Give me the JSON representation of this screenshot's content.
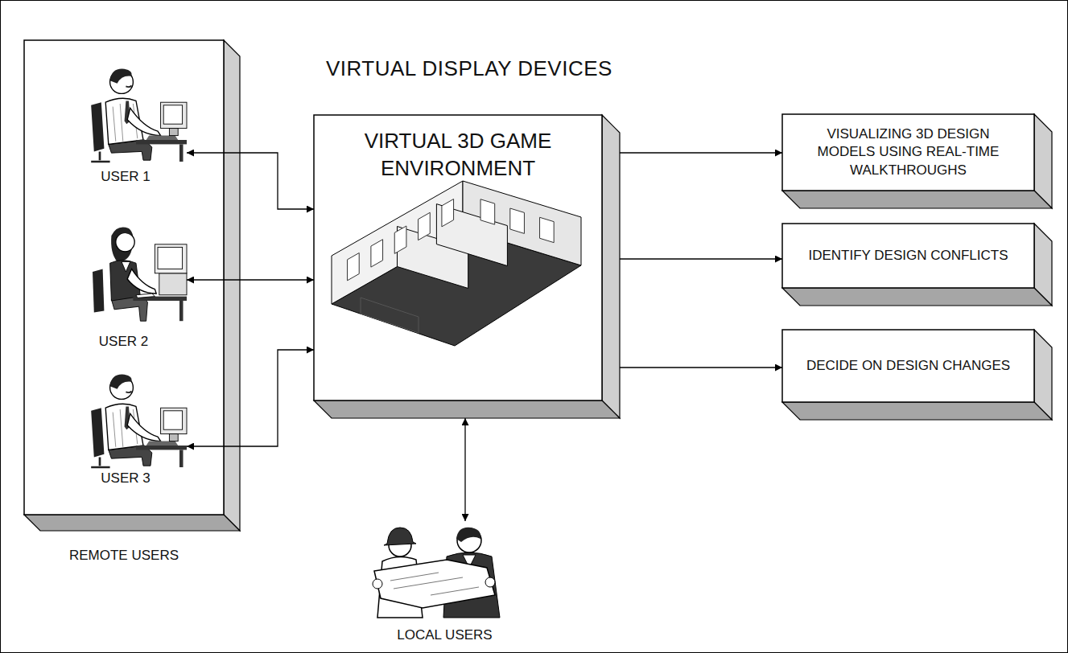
{
  "diagram": {
    "title": "VIRTUAL DISPLAY DEVICES",
    "nodes": [
      {
        "text": [
          "REMOTE USERS"
        ]
      },
      {
        "text": [
          "USER 1"
        ],
        "in": 0
      },
      {
        "text": [
          "USER 2"
        ],
        "in": 0
      },
      {
        "text": [
          "USER 3"
        ],
        "in": 0
      },
      {
        "text": [
          "VIRTUAL 3D GAME ENVIRONMENT"
        ]
      },
      {
        "text": [
          "VISUALIZING 3D DESIGN MODELS USING REAL-TIME WALKTHROUGHS"
        ]
      },
      {
        "text": [
          "IDENTIFY DESIGN CONFLICTS"
        ]
      },
      {
        "text": [
          "DECIDE ON DESIGN CHANGES"
        ]
      },
      {
        "text": [
          "LOCAL USERS"
        ]
      }
    ],
    "edges": [
      {
        "from": 1,
        "to": 4,
        "arrow": "both"
      },
      {
        "from": 2,
        "to": 4,
        "arrow": "both"
      },
      {
        "from": 3,
        "to": 4,
        "arrow": "both"
      },
      {
        "from": 4,
        "to": 5,
        "arrow": "to"
      },
      {
        "from": 4,
        "to": 6,
        "arrow": "to"
      },
      {
        "from": 4,
        "to": 7,
        "arrow": "to"
      },
      {
        "from": 4,
        "to": 8,
        "arrow": "both"
      }
    ]
  }
}
